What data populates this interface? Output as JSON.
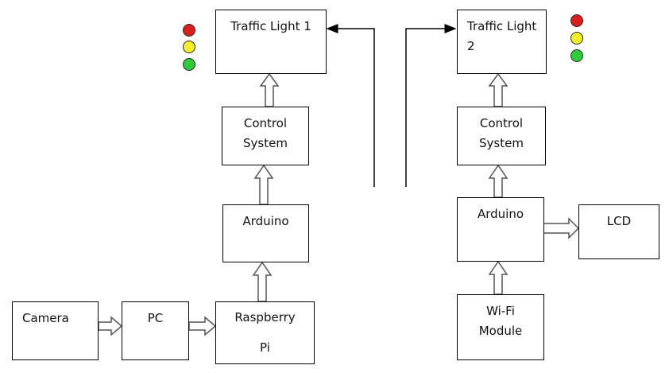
{
  "diagram": {
    "blocks": {
      "traffic_light_1": "Traffic Light 1",
      "control_system_1": "Control\nSystem",
      "arduino_1": "Arduino",
      "raspberry_pi": "Raspberry\n\nPi",
      "camera": "Camera",
      "pc": "PC",
      "traffic_light_2": "Traffic Light\n2",
      "control_system_2": "Control\nSystem",
      "arduino_2": "Arduino",
      "lcd": "LCD",
      "wifi_module": "Wi-Fi\nModule"
    },
    "signal_colors": {
      "red": "#d91e1e",
      "yellow": "#f2ee2a",
      "green": "#2ecc3a"
    }
  }
}
